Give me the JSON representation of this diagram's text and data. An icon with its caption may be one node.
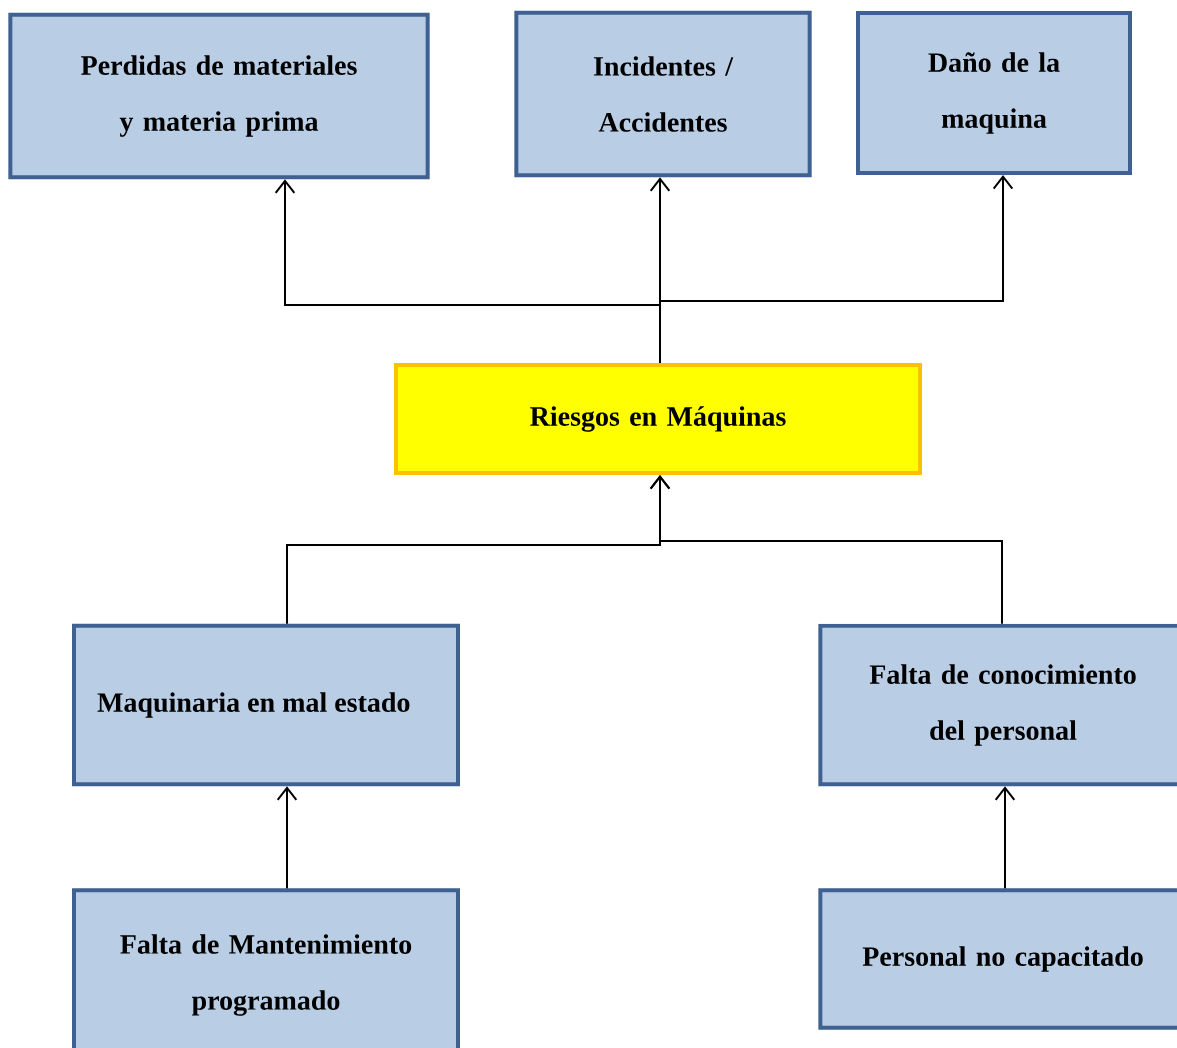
{
  "diagram": {
    "nodes": [
      {
        "text": [
          "Perdidas de materiales y materia prima"
        ]
      },
      {
        "text": [
          "Incidentes / Accidentes"
        ]
      },
      {
        "text": [
          "Daño de la maquina"
        ]
      },
      {
        "text": [
          "Riesgos en Máquinas"
        ]
      },
      {
        "text": [
          "Maquinaria en mal estado"
        ]
      },
      {
        "text": [
          "Falta de conocimiento del personal"
        ]
      },
      {
        "text": [
          "Falta de Mantenimiento programado"
        ]
      },
      {
        "text": [
          "Personal no capacitado"
        ]
      }
    ],
    "edges": [
      {
        "from": 3,
        "to": 0,
        "arrow": "to"
      },
      {
        "from": 3,
        "to": 1,
        "arrow": "to"
      },
      {
        "from": 3,
        "to": 2,
        "arrow": "to"
      },
      {
        "from": 4,
        "to": 3,
        "arrow": "to"
      },
      {
        "from": 5,
        "to": 3,
        "arrow": "to"
      },
      {
        "from": 6,
        "to": 4,
        "arrow": "to"
      },
      {
        "from": 7,
        "to": 5,
        "arrow": "to"
      }
    ]
  }
}
